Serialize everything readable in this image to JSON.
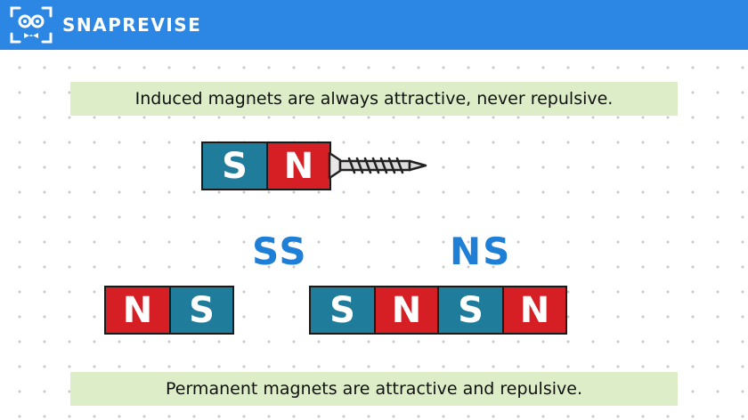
{
  "header": {
    "brand": "SNAPREVISE",
    "background": "#2b87e3"
  },
  "banners": {
    "top": "Induced magnets are always attractive, never repulsive.",
    "bottom": "Permanent magnets are attractive and repulsive."
  },
  "magnets": {
    "top": [
      "S",
      "N"
    ],
    "left": [
      "N",
      "S"
    ],
    "right_a": [
      "S",
      "N"
    ],
    "right_b": [
      "S",
      "N"
    ]
  },
  "annotations": {
    "left": "SS",
    "right": "NS"
  },
  "colors": {
    "south_pole": "#1f7c9b",
    "north_pole": "#d51f24",
    "banner_bg": "#dcedc8",
    "annotation": "#1f7fd6"
  }
}
